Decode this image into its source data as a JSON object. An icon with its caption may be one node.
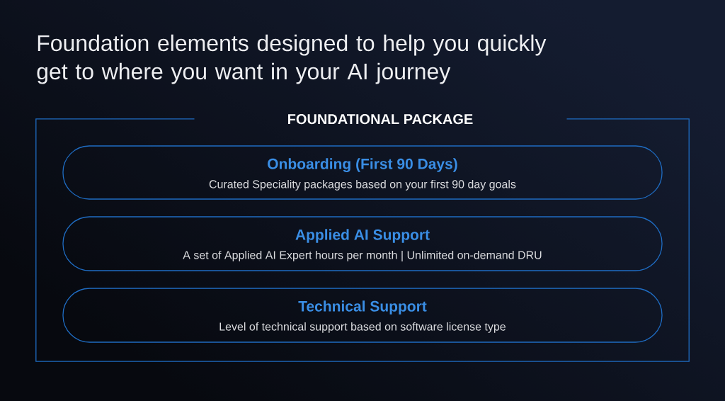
{
  "diagram": {
    "title": "Foundation elements designed to help you quickly get to where you want in your AI journey",
    "nodes": [
      {
        "text": [
          "FOUNDATIONAL PACKAGE"
        ]
      },
      {
        "text": [
          "Onboarding (First 90 Days)",
          "Curated Speciality packages based on your first 90 day goals"
        ],
        "in": 0
      },
      {
        "text": [
          "Applied AI Support",
          "A set of Applied AI Expert hours per month | Unlimited on-demand DRU"
        ],
        "in": 0
      },
      {
        "text": [
          "Technical Support",
          "Level of technical support based on software license type"
        ],
        "in": 0
      }
    ]
  }
}
